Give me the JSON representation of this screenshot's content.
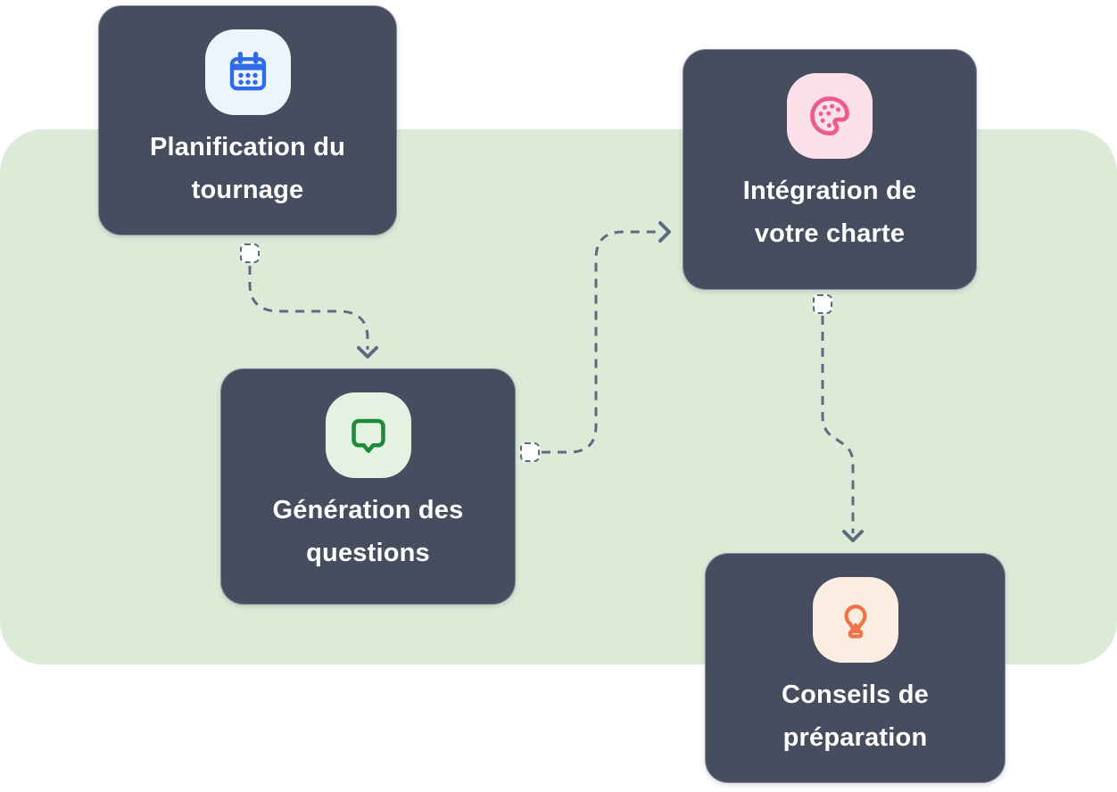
{
  "diagram": {
    "band_color": "#dcebd8",
    "node_color": "#464d5e",
    "text_color": "#ffffff",
    "connector_color": "#5e6b7e",
    "connector_style": "dashed",
    "nodes": [
      {
        "id": "planification-du-tournage",
        "lines": [
          "Planification du",
          "tournage"
        ],
        "icon": "calendar-icon",
        "icon_color": "#2e6be8",
        "icon_bg": "#eef4fd"
      },
      {
        "id": "generation-des-questions",
        "lines": [
          "Génération des",
          "questions"
        ],
        "icon": "chat-bubble-icon",
        "icon_color": "#1e8a3c",
        "icon_bg": "#e4f2e2"
      },
      {
        "id": "integration-de-votre-charte",
        "lines": [
          "Intégration de",
          "votre charte"
        ],
        "icon": "palette-icon",
        "icon_color": "#ef5b88",
        "icon_bg": "#fbe0e9"
      },
      {
        "id": "conseils-de-preparation",
        "lines": [
          "Conseils de",
          "préparation"
        ],
        "icon": "lightbulb-icon",
        "icon_color": "#ee744a",
        "icon_bg": "#fcede3"
      }
    ],
    "edges": [
      {
        "from": "planification-du-tournage",
        "to": "generation-des-questions"
      },
      {
        "from": "generation-des-questions",
        "to": "integration-de-votre-charte"
      },
      {
        "from": "integration-de-votre-charte",
        "to": "conseils-de-preparation"
      }
    ]
  }
}
